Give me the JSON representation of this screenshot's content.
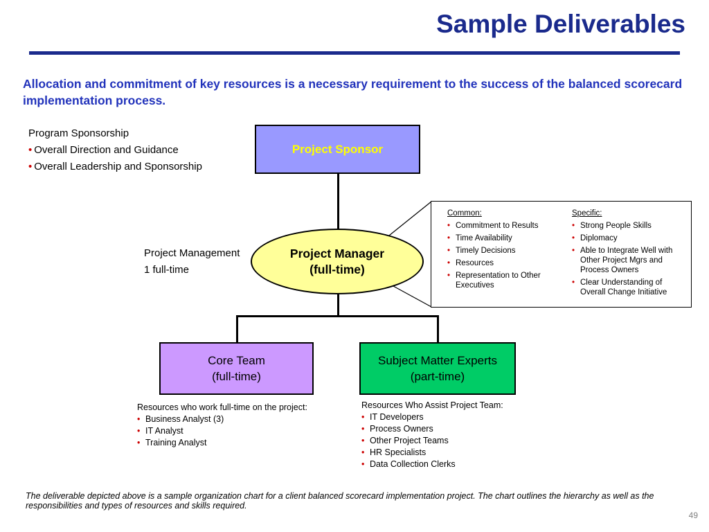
{
  "title": "Sample Deliverables",
  "subtitle": "Allocation and commitment of key resources is a necessary requirement to the success of the balanced scorecard implementation process.",
  "sponsor_notes": {
    "heading": "Program Sponsorship",
    "bullets": [
      "Overall Direction and Guidance",
      "Overall Leadership and Sponsorship"
    ]
  },
  "pm_notes": {
    "line1": "Project Management",
    "line2": "1 full-time"
  },
  "nodes": {
    "sponsor": "Project Sponsor",
    "pm_line1": "Project Manager",
    "pm_line2": "(full-time)",
    "core_line1": "Core Team",
    "core_line2": "(full-time)",
    "sme_line1": "Subject Matter Experts",
    "sme_line2": "(part-time)"
  },
  "skills": {
    "common": {
      "heading": "Common:",
      "items": [
        "Commitment to Results",
        "Time Availability",
        "Timely Decisions",
        "Resources",
        "Representation to Other Executives"
      ]
    },
    "specific": {
      "heading": "Specific:",
      "items": [
        "Strong People Skills",
        "Diplomacy",
        "Able to Integrate Well with Other Project  Mgrs and Process Owners",
        "Clear Understanding of Overall Change Initiative"
      ]
    }
  },
  "core_resources": {
    "heading": "Resources who work full-time on the project:",
    "items": [
      "Business Analyst (3)",
      "IT Analyst",
      "Training Analyst"
    ]
  },
  "sme_resources": {
    "heading": "Resources Who Assist Project Team:",
    "items": [
      "IT Developers",
      "Process Owners",
      "Other Project Teams",
      "HR Specialists",
      "Data Collection Clerks"
    ]
  },
  "footnote": "The deliverable depicted above is a sample organization chart for a client balanced scorecard implementation project.  The chart outlines the hierarchy as well as the responsibilities and types of resources and skills required.",
  "page_number": "49"
}
